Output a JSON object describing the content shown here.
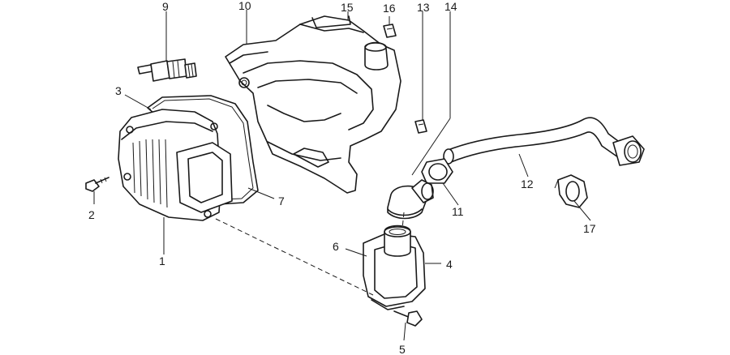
{
  "callouts": {
    "c1": "1",
    "c2": "2",
    "c3": "3",
    "c4": "4",
    "c5": "5",
    "c6": "6",
    "c7": "7",
    "c9": "9",
    "c10": "10",
    "c11": "11",
    "c12": "12",
    "c13": "13",
    "c14": "14",
    "c15": "15",
    "c16": "16",
    "c17": "17"
  }
}
